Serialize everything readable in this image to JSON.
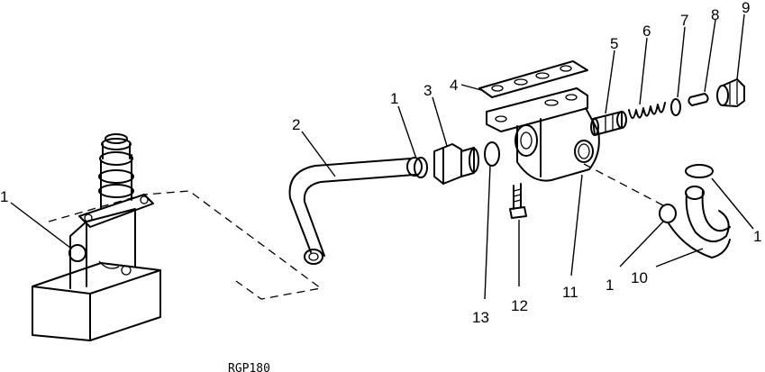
{
  "figure_code": "RGP180",
  "callouts": {
    "c1a": "1",
    "c1b": "1",
    "c1c": "1",
    "c1d": "1",
    "c2": "2",
    "c3": "3",
    "c4": "4",
    "c5": "5",
    "c6": "6",
    "c7": "7",
    "c8": "8",
    "c9": "9",
    "c10": "10",
    "c11": "11",
    "c12": "12",
    "c13": "13"
  }
}
